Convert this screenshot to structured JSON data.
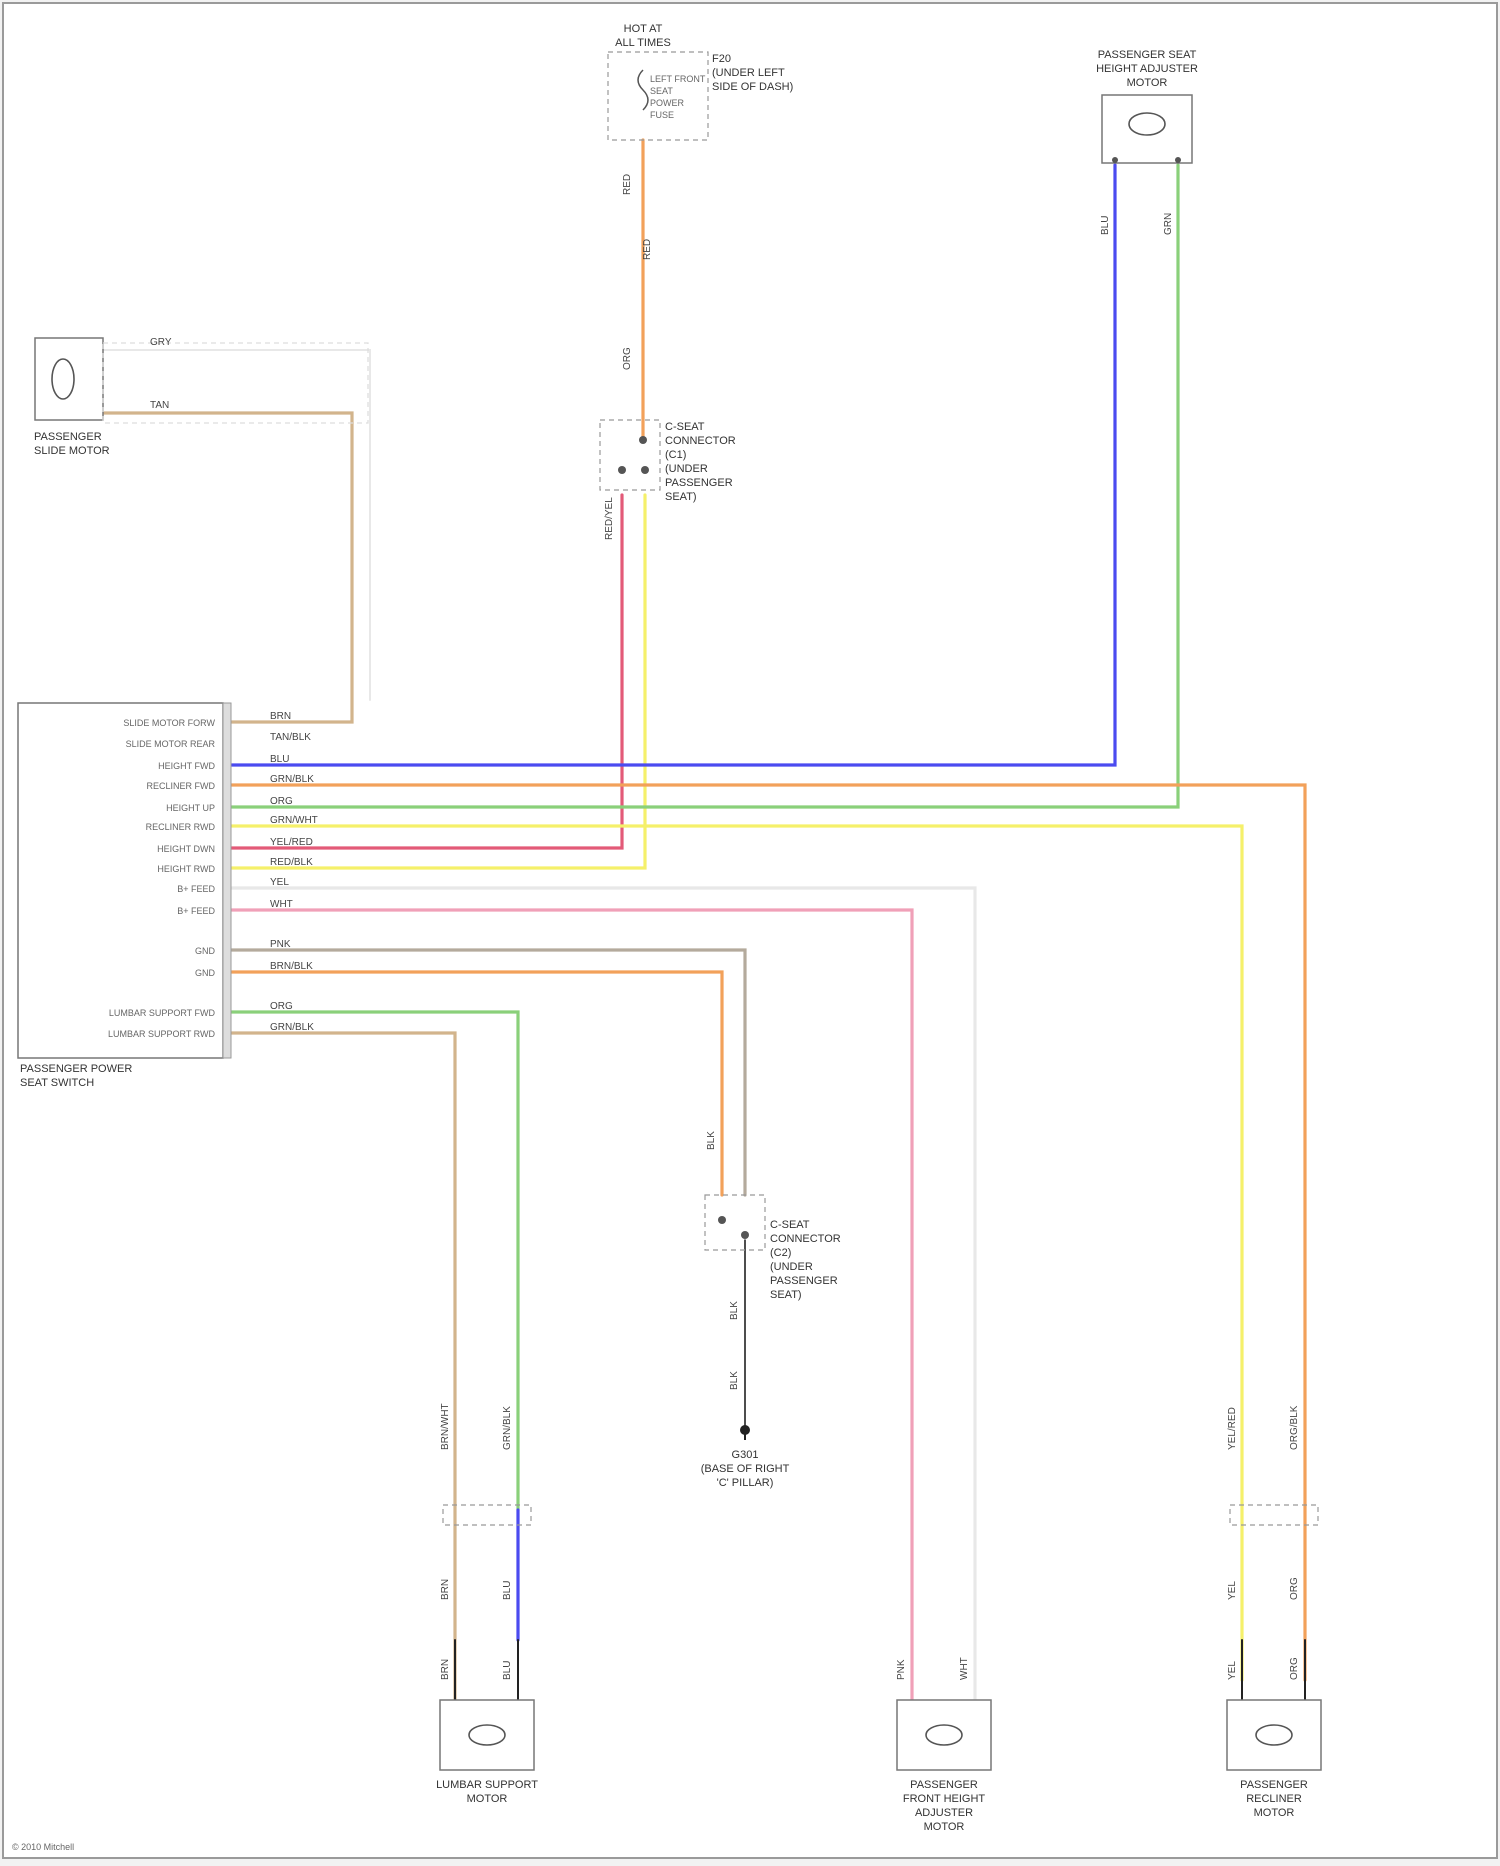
{
  "colors": {
    "tan": "#d2b48c",
    "blue": "#4b4bf0",
    "orange": "#f2a15a",
    "green": "#8ad07a",
    "yellow": "#f5f06a",
    "red": "#e35a78",
    "pink": "#f0a0b8",
    "white": "#e8e8e8",
    "gray": "#b4aa9c",
    "black": "#222222"
  },
  "components": {
    "fuse_box": {
      "line1": "HOT AT",
      "line2": "ALL TIMES",
      "fuse": "FUSE",
      "desc": [
        "LEFT FRONT",
        "SEAT",
        "POWER",
        "FUSE"
      ]
    },
    "fuse_ref": [
      "F20",
      "(UNDER LEFT",
      "SIDE OF DASH)"
    ],
    "top_motor": [
      "PASSENGER SEAT",
      "HEIGHT ADJUSTER",
      "MOTOR"
    ],
    "slide_motor": [
      "PASSENGER",
      "SLIDE MOTOR"
    ],
    "conn_upper": [
      "C-SEAT",
      "CONNECTOR",
      "(C1)",
      "(UNDER",
      "PASSENGER",
      "SEAT)"
    ],
    "conn_lower": [
      "C-SEAT",
      "CONNECTOR",
      "(C2)",
      "(UNDER",
      "PASSENGER",
      "SEAT)"
    ],
    "ground": [
      "G301",
      "(BASE OF RIGHT",
      "'C' PILLAR)"
    ],
    "switch": [
      "PASSENGER POWER",
      "SEAT SWITCH"
    ],
    "lumbar_motor": [
      "LUMBAR SUPPORT",
      "MOTOR"
    ],
    "front_height_motor": [
      "PASSENGER",
      "FRONT HEIGHT",
      "ADJUSTER",
      "MOTOR"
    ],
    "recline_motor": [
      "PASSENGER",
      "RECLINER",
      "MOTOR"
    ]
  },
  "switch_pins": [
    "SLIDE MOTOR FORW",
    "SLIDE MOTOR REAR",
    "HEIGHT FWD",
    "RECLINER FWD",
    "HEIGHT UP",
    "RECLINER RWD",
    "HEIGHT DWN",
    "HEIGHT RWD",
    "B+ FEED",
    "B+ FEED",
    "GND",
    "GND",
    "LUMBAR SUPPORT FWD",
    "LUMBAR SUPPORT RWD"
  ],
  "wire_codes": {
    "slide1": "GRY",
    "slide2": "TAN",
    "sw": [
      "BRN",
      "TAN/BLK",
      "BLU",
      "GRN/BLK",
      "ORG",
      "GRN/WHT",
      "YEL/RED",
      "RED/BLK",
      "YEL",
      "WHT",
      "PNK",
      "BRN/BLK",
      "ORG",
      "GRN/BLK",
      "BRN/WHT"
    ],
    "fuse_out": [
      "RED",
      "RED",
      "ORG"
    ],
    "conn_out": "RED/YEL",
    "top_left": "BLU",
    "top_right": "GRN",
    "gnd1": "BLK",
    "gnd2": "BLK",
    "gnd3": "BLK",
    "low_l": [
      "BRN/WHT",
      "BRN",
      "BRN"
    ],
    "low_r": [
      "GRN/BLK",
      "BLU",
      "BLU"
    ],
    "mid_l": "PNK",
    "mid_r": "WHT",
    "rt_l": [
      "YEL/RED",
      "YEL",
      "YEL"
    ],
    "rt_r": [
      "ORG/BLK",
      "ORG",
      "ORG"
    ]
  },
  "footer": "© 2010 Mitchell"
}
